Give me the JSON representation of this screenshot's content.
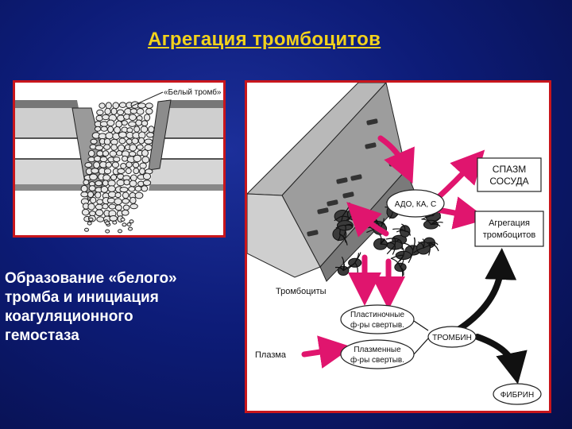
{
  "title": "Агрегация тромбоцитов",
  "left_panel": {
    "label": "«Белый тромб»"
  },
  "caption": {
    "lines": [
      "Образование «белого»",
      "тромба и инициация",
      "коагуляционного",
      "гемостаза"
    ]
  },
  "right_panel": {
    "mediators_label": "АДО, КА, С",
    "vessel_spasm": [
      "СПАЗМ",
      "СОСУДА"
    ],
    "platelet_aggregation": [
      "Агрегация",
      "тромбоцитов"
    ],
    "platelets_label": "Тромбоциты",
    "platelet_factors": [
      "Пластиночные",
      "ф-ры свертыв."
    ],
    "plasma_label": "Плазма",
    "plasma_factors": [
      "Плазменные",
      "ф-ры свертыв."
    ],
    "thrombin": "ТРОМБИН",
    "fibrin": "ФИБРИН"
  },
  "colors": {
    "title": "#f2d21c",
    "panel_border": "#c8161c",
    "arrow_pink": "#e0156e",
    "arrow_dark": "#111111"
  }
}
